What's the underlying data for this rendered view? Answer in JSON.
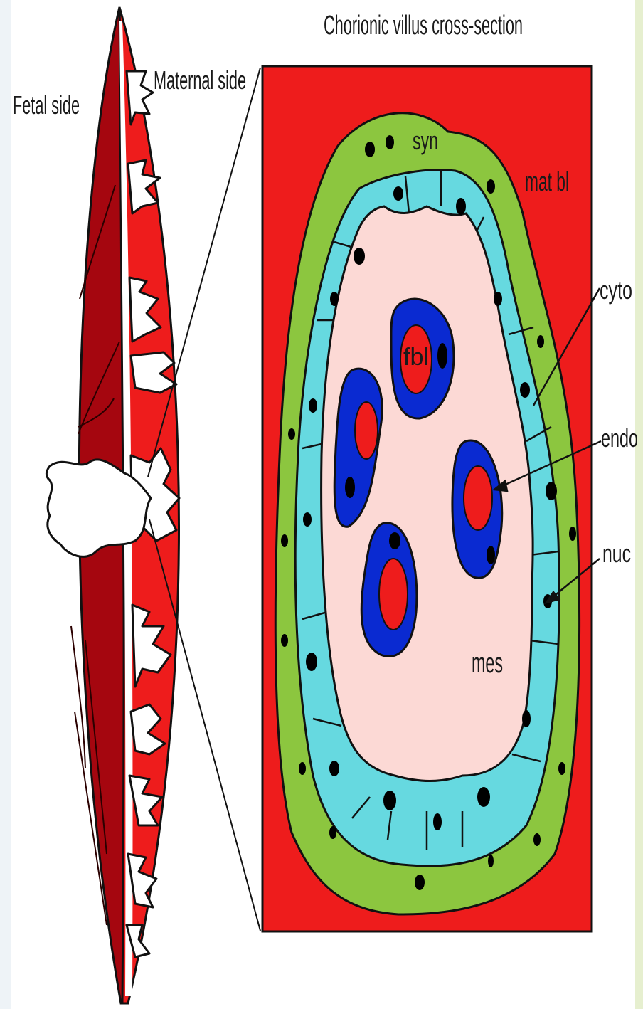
{
  "title": "Chorionic villus cross-section",
  "labels": {
    "fetal_side": "Fetal side",
    "maternal_side": "Maternal side",
    "syn": "syn",
    "mat_bl": "mat bl",
    "cyto": "cyto",
    "endo": "endo",
    "nuc": "nuc",
    "fbl": "fbl",
    "mes": "mes"
  },
  "colors": {
    "maternal_blood": "#ee1c1c",
    "fetal_tissue": "#a5060f",
    "syncytiotrophoblast": "#8cc63f",
    "cytotrophoblast": "#66d9e0",
    "mesenchyme": "#fcd9d5",
    "endothelium": "#0a2ad1",
    "nucleus": "#000000"
  }
}
